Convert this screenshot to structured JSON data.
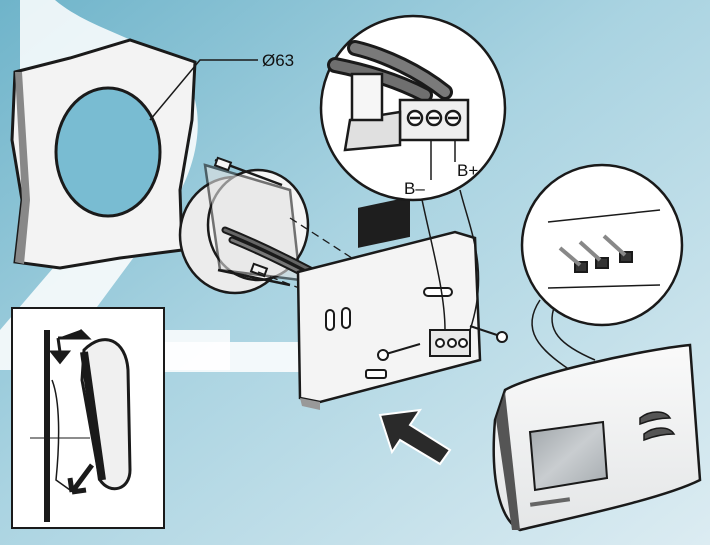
{
  "labels": {
    "hole_diameter": "Ø63",
    "terminal_minus": "B–",
    "terminal_plus": "B+"
  },
  "colors": {
    "background_light": "#cfe8f0",
    "background_dark": "#6fb4ca",
    "step_numeral": "#ffffff",
    "line_art": "#1a1a1a",
    "device_face": "#f4f4f4",
    "display_window": "#b7bcc0",
    "inset_background": "#ffffff"
  },
  "icons": {
    "step_numeral": "step-number-2",
    "insertion_arrow": "arrow-right-down-icon",
    "clip_arrows": "curved-arrow-icon"
  }
}
